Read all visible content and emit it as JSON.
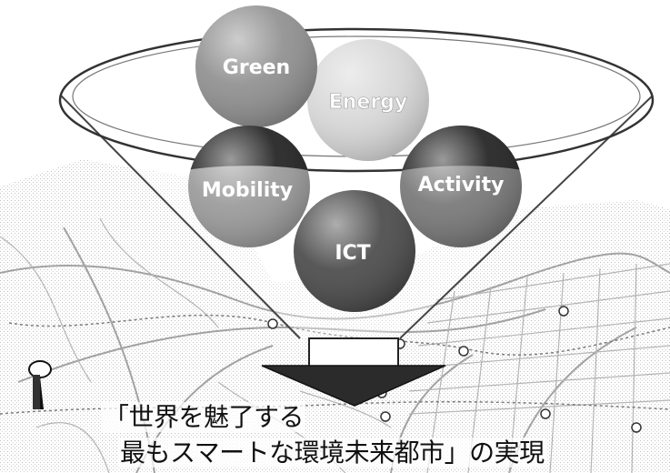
{
  "colors": {
    "green": "#8f8f8f",
    "energy": "#d7d7d7",
    "mobility_top": "#202020",
    "mobility_bottom": "#9a9a9a",
    "activity_top": "#202020",
    "activity_bottom": "#777777",
    "ict": "#4a4a4a",
    "arrow": "#2b2b2b",
    "funnel_line": "#555555",
    "map_line": "#9a9a9a"
  },
  "circles": {
    "green": "Green",
    "energy": "Energy",
    "mobility": "Mobility",
    "activity": "Activity",
    "ict": "ICT"
  },
  "caption": {
    "line1": "「世界を魅了する",
    "line2": "最もスマートな環境未来都市」の実現"
  },
  "icons": {
    "funnel": "funnel-icon",
    "arrow": "down-arrow-icon",
    "pin": "location-pin-icon",
    "map": "city-map-icon"
  }
}
